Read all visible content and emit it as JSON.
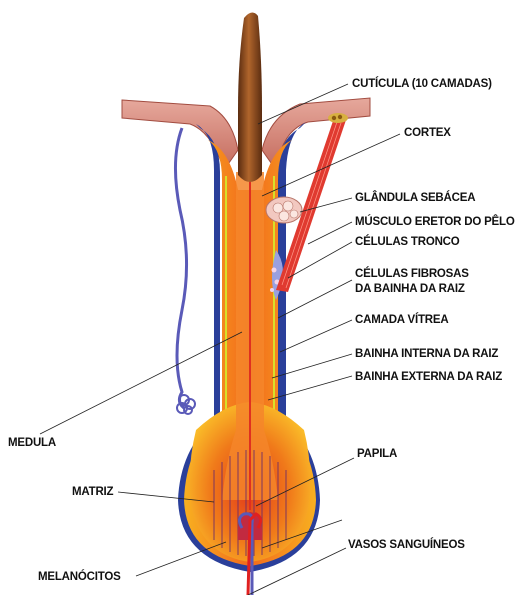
{
  "labels": {
    "cuticula": "CUTÍCULA (10 CAMADAS)",
    "cortex": "CORTEX",
    "glandula": "GLÂNDULA SEBÁCEA",
    "musculo": "MÚSCULO ERETOR DO PÊLO",
    "celulas_tronco": "CÉLULAS TRONCO",
    "fibrosas_1": "CÉLULAS FIBROSAS",
    "fibrosas_2": "DA BAINHA DA RAIZ",
    "vitrea": "CAMADA VÍTREA",
    "interna": "BAINHA INTERNA DA RAIZ",
    "externa": "BAINHA EXTERNA DA RAIZ",
    "medula": "MEDULA",
    "papila": "PAPILA",
    "matriz": "MATRIZ",
    "vasos": "VASOS SANGUÍNEOS",
    "melanocitos": "MELANÓCITOS"
  },
  "colors": {
    "hair_shaft": "#8a4a1e",
    "skin": "#d98a7e",
    "follicle_outer": "#f7b21c",
    "follicle_inner": "#e8501e",
    "blue_sheath": "#2a3f9a",
    "vein": "#5a5ab8",
    "artery": "#e02020",
    "gland": "#f2c8c0"
  }
}
